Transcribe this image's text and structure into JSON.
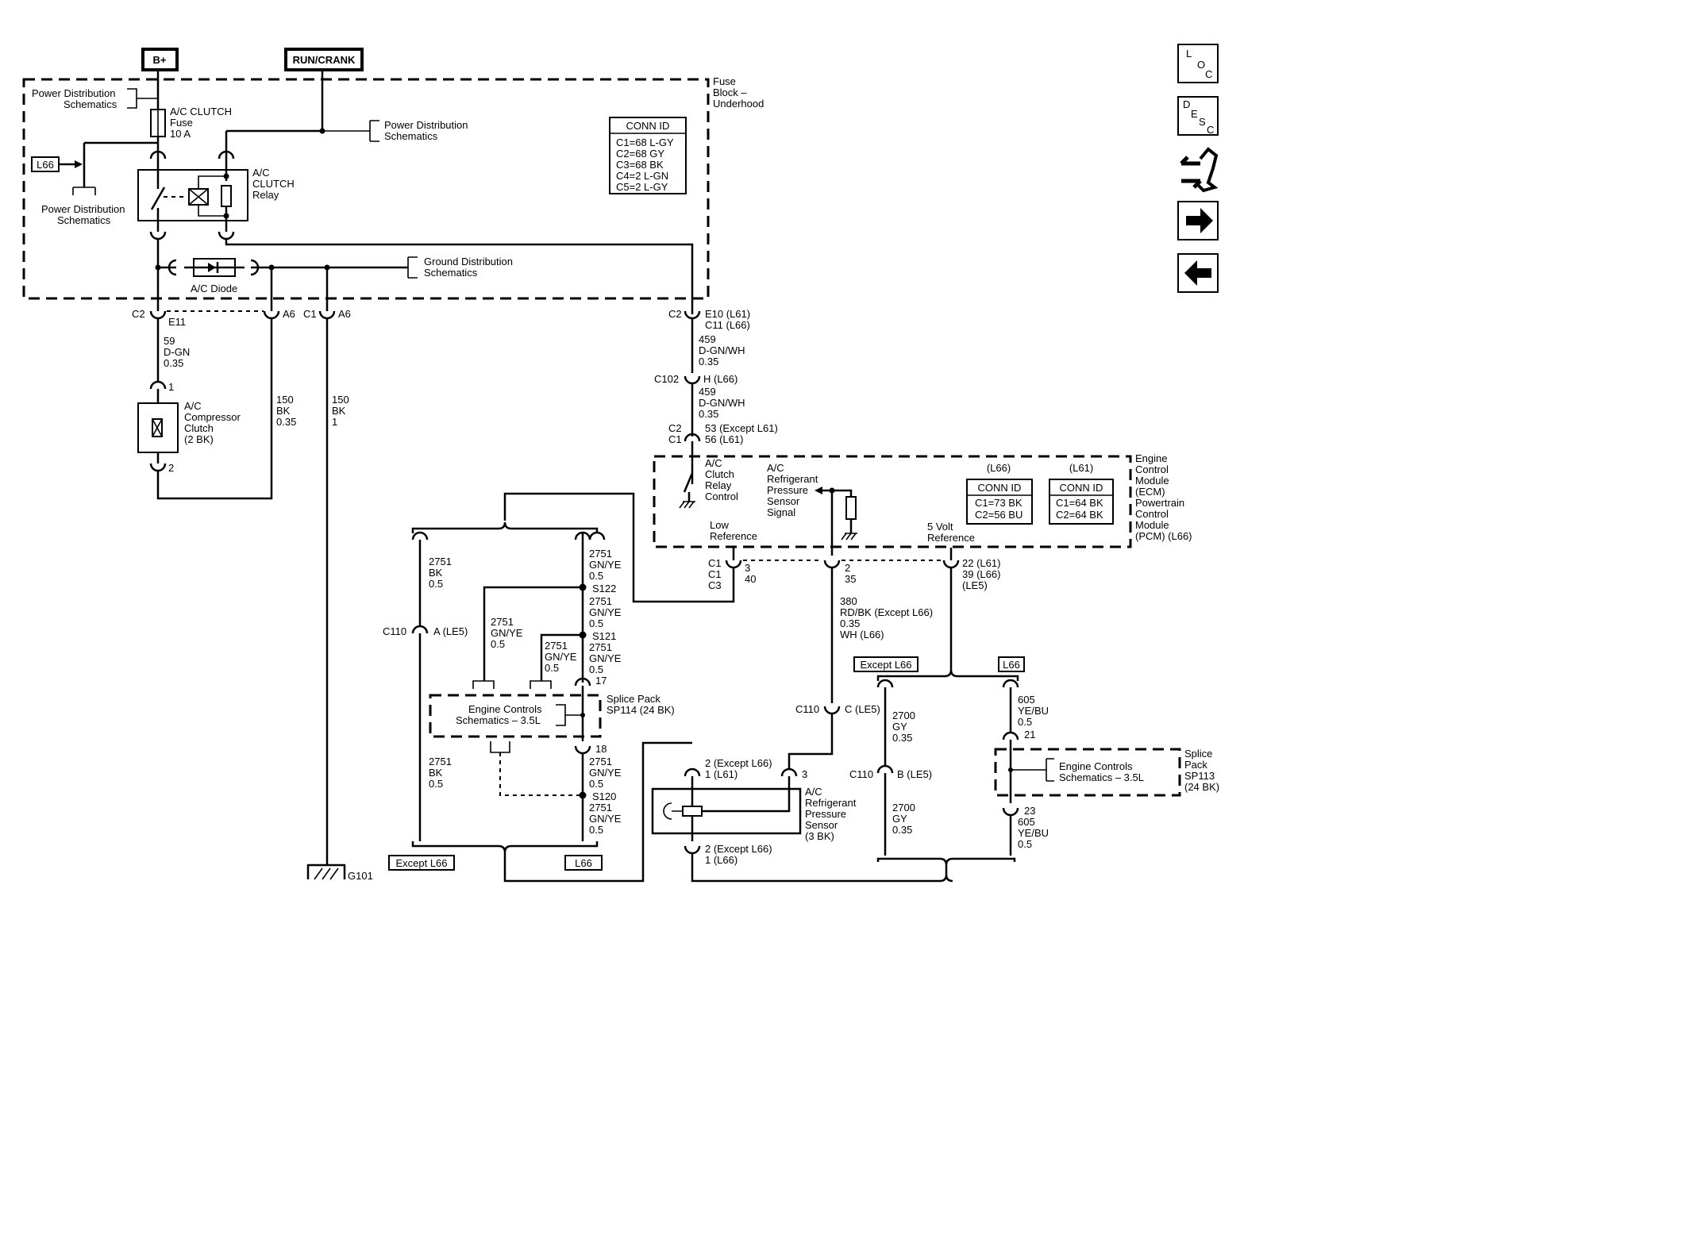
{
  "sources": {
    "battery": "B+",
    "run_crank": "RUN/CRANK"
  },
  "fuse_block": {
    "label": [
      "Fuse",
      "Block –",
      "Underhood"
    ]
  },
  "conn_table_fuse": {
    "title": "CONN ID",
    "rows": [
      "C1=68 L-GY",
      "C2=68 GY",
      "C3=68 BK",
      "C4=2 L-GN",
      "C5=2 L-GY"
    ]
  },
  "refs": {
    "power_dist": [
      "Power Distribution",
      "Schematics"
    ],
    "ground_dist": [
      "Ground Distribution",
      "Schematics"
    ],
    "engine_controls": [
      "Engine Controls",
      "Schematics – 3.5L"
    ]
  },
  "components": {
    "fuse": [
      "A/C CLUTCH",
      "Fuse",
      "10 A"
    ],
    "relay": [
      "A/C",
      "CLUTCH",
      "Relay"
    ],
    "diode": "A/C Diode",
    "compressor": [
      "A/C",
      "Compressor",
      "Clutch",
      "(2 BK)"
    ],
    "ecm": [
      "Engine",
      "Control",
      "Module",
      "(ECM)",
      "Powertrain",
      "Control",
      "Module",
      "(PCM) (L66)"
    ],
    "ecm_relay_ctrl": [
      "A/C",
      "Clutch",
      "Relay",
      "Control"
    ],
    "ecm_pressure_signal": [
      "A/C",
      "Refrigerant",
      "Pressure",
      "Sensor",
      "Signal"
    ],
    "ecm_low_ref": [
      "Low",
      "Reference"
    ],
    "ecm_5v_ref": [
      "5 Volt",
      "Reference"
    ],
    "pressure_sensor": [
      "A/C",
      "Refrigerant",
      "Pressure",
      "Sensor",
      "(3 BK)"
    ],
    "splice_sp114": [
      "Splice Pack",
      "SP114 (24 BK)"
    ],
    "splice_sp113": [
      "Splice",
      "Pack",
      "SP113",
      "(24 BK)"
    ],
    "ground": "G101"
  },
  "ecm_conn": {
    "l66": {
      "opt": "(L66)",
      "title": "CONN ID",
      "rows": [
        "C1=73 BK",
        "C2=56 BU"
      ]
    },
    "l61": {
      "opt": "(L61)",
      "title": "CONN ID",
      "rows": [
        "C1=64 BK",
        "C2=64 BK"
      ]
    }
  },
  "options": {
    "l66": "L66",
    "except_l66": "Except L66"
  },
  "connectors": {
    "c2_left": "C2",
    "e11": "E11",
    "a6_1": "A6",
    "c1": "C1",
    "a6_2": "A6",
    "c2_right": "C2",
    "e10": "E10 (L61)",
    "c11": "C11 (L66)",
    "c102": "C102",
    "h": "H (L66)",
    "c2_ecm": "C2",
    "c1_ecm": "C1",
    "p53": "53 (Except L61)",
    "p56": "56 (L61)",
    "comp_1": "1",
    "comp_2": "2",
    "lowref_conn": [
      "C1",
      "C1",
      "C3"
    ],
    "lowref_pins": [
      "3",
      "40"
    ],
    "sig_pins": [
      "2",
      "35"
    ],
    "vref_pins": [
      "22 (L61)",
      "39 (L66)",
      "(LE5)"
    ],
    "c110_a": "C110",
    "a_le5": "A (LE5)",
    "c110_c": "C110",
    "c_le5": "C (LE5)",
    "c110_b": "C110",
    "b_le5": "B (LE5)",
    "sp114_17": "17",
    "sp114_18": "18",
    "sp113_21": "21",
    "sp113_23": "23",
    "sens_top": [
      "2 (Except L66)",
      "1 (L61)"
    ],
    "sens_3": "3",
    "sens_bot": [
      "2 (Except L66)",
      "1 (L66)"
    ],
    "s122": "S122",
    "s121": "S121",
    "s120": "S120"
  },
  "wires": {
    "w59": [
      "59",
      "D-GN",
      "0.35"
    ],
    "w150a": [
      "150",
      "BK",
      "0.35"
    ],
    "w150b": [
      "150",
      "BK",
      "1"
    ],
    "w459a": [
      "459",
      "D-GN/WH",
      "0.35"
    ],
    "w459b": [
      "459",
      "D-GN/WH",
      "0.35"
    ],
    "w2751_bk_top": [
      "2751",
      "BK",
      "0.5"
    ],
    "w2751_bk_bot": [
      "2751",
      "BK",
      "0.5"
    ],
    "w2751_a": [
      "2751",
      "GN/YE",
      "0.5"
    ],
    "w2751_b": [
      "2751",
      "GN/YE",
      "0.5"
    ],
    "w2751_c": [
      "2751",
      "GN/YE",
      "0.5"
    ],
    "w2751_d": [
      "2751",
      "GN/YE",
      "0.5"
    ],
    "w2751_e": [
      "2751",
      "GN/YE",
      "0.5"
    ],
    "w2751_l1": [
      "2751",
      "GN/YE",
      "0.5"
    ],
    "w2751_l2": [
      "2751",
      "GN/YE",
      "0.5"
    ],
    "w380": [
      "380",
      "RD/BK (Except L66)",
      "0.35",
      "WH (L66)"
    ],
    "w2700a": [
      "2700",
      "GY",
      "0.35"
    ],
    "w2700b": [
      "2700",
      "GY",
      "0.35"
    ],
    "w605a": [
      "605",
      "YE/BU",
      "0.5"
    ],
    "w605b": [
      "605",
      "YE/BU",
      "0.5"
    ]
  },
  "nav": {
    "loc": [
      "L",
      "O",
      "C"
    ],
    "desc": [
      "D",
      "E",
      "S",
      "C"
    ]
  }
}
